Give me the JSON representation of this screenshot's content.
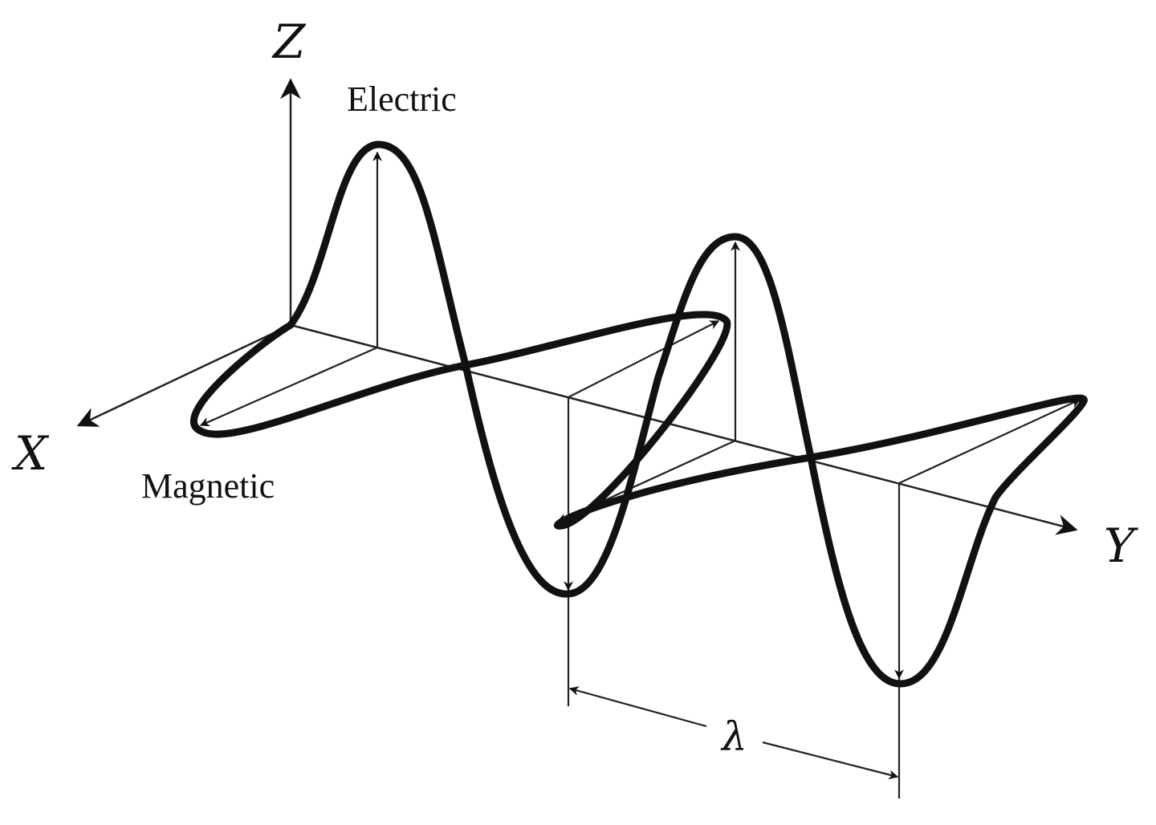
{
  "axes": {
    "x": "X",
    "y": "Y",
    "z": "Z"
  },
  "labels": {
    "electric": "Electric",
    "magnetic": "Magnetic",
    "wavelength": "λ"
  },
  "icons": [
    "arrowhead-icon"
  ]
}
